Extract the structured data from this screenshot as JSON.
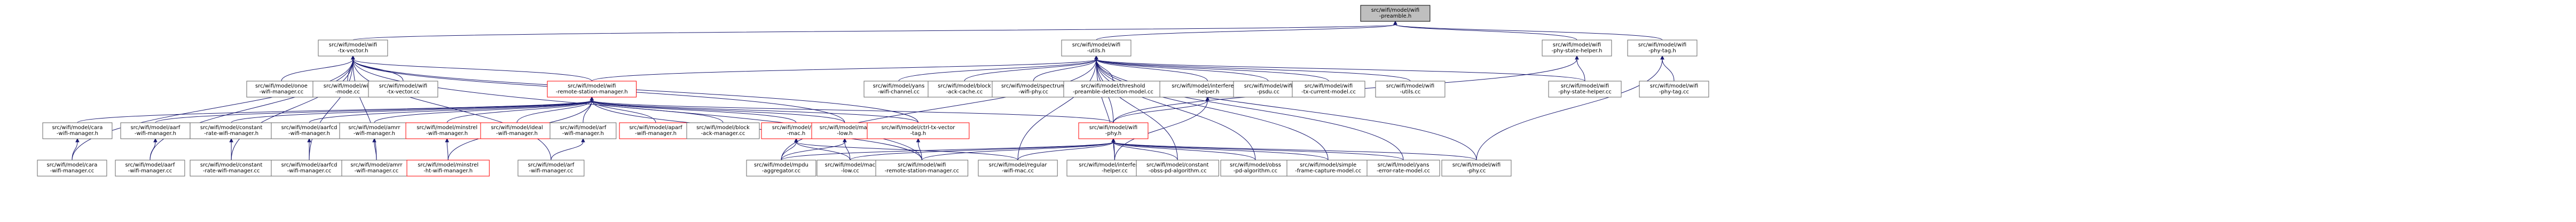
{
  "diagram": {
    "nodes": [
      {
        "id": "preamble",
        "lines": [
          "src/wifi/model/wifi",
          "-preamble.h"
        ],
        "style": "root"
      },
      {
        "id": "txvector_h",
        "lines": [
          "src/wifi/model/wifi",
          "-tx-vector.h"
        ],
        "style": "normal"
      },
      {
        "id": "utils_h",
        "lines": [
          "src/wifi/model/wifi",
          "-utils.h"
        ],
        "style": "normal"
      },
      {
        "id": "phystatehelper_h",
        "lines": [
          "src/wifi/model/wifi",
          "-phy-state-helper.h"
        ],
        "style": "normal"
      },
      {
        "id": "phytag_h",
        "lines": [
          "src/wifi/model/wifi",
          "-phy-tag.h"
        ],
        "style": "normal"
      },
      {
        "id": "onoe_cc",
        "lines": [
          "src/wifi/model/onoe",
          "-wifi-manager.cc"
        ],
        "style": "normal"
      },
      {
        "id": "mode_cc",
        "lines": [
          "src/wifi/model/wifi",
          "-mode.cc"
        ],
        "style": "normal"
      },
      {
        "id": "txvector_cc",
        "lines": [
          "src/wifi/model/wifi",
          "-tx-vector.cc"
        ],
        "style": "normal"
      },
      {
        "id": "remote_h",
        "lines": [
          "src/wifi/model/wifi",
          "-remote-station-manager.h"
        ],
        "style": "red"
      },
      {
        "id": "yans_channel",
        "lines": [
          "src/wifi/model/yans",
          "-wifi-channel.cc"
        ],
        "style": "normal"
      },
      {
        "id": "blockack_cache",
        "lines": [
          "src/wifi/model/block",
          "-ack-cache.cc"
        ],
        "style": "normal"
      },
      {
        "id": "spectrum_phy",
        "lines": [
          "src/wifi/model/spectrum",
          "-wifi-phy.cc"
        ],
        "style": "normal"
      },
      {
        "id": "threshold",
        "lines": [
          "src/wifi/model/threshold",
          "-preamble-detection-model.cc"
        ],
        "style": "normal"
      },
      {
        "id": "interference_h",
        "lines": [
          "src/wifi/model/interference",
          "-helper.h"
        ],
        "style": "normal"
      },
      {
        "id": "psdu_cc",
        "lines": [
          "src/wifi/model/wifi",
          "-psdu.cc"
        ],
        "style": "normal"
      },
      {
        "id": "txcurrent_cc",
        "lines": [
          "src/wifi/model/wifi",
          "-tx-current-model.cc"
        ],
        "style": "normal"
      },
      {
        "id": "utils_cc",
        "lines": [
          "src/wifi/model/wifi",
          "-utils.cc"
        ],
        "style": "normal"
      },
      {
        "id": "phystatehelper_cc",
        "lines": [
          "src/wifi/model/wifi",
          "-phy-state-helper.cc"
        ],
        "style": "normal"
      },
      {
        "id": "phytag_cc",
        "lines": [
          "src/wifi/model/wifi",
          "-phy-tag.cc"
        ],
        "style": "normal"
      },
      {
        "id": "cara_h",
        "lines": [
          "src/wifi/model/cara",
          "-wifi-manager.h"
        ],
        "style": "normal"
      },
      {
        "id": "aarf_h",
        "lines": [
          "src/wifi/model/aarf",
          "-wifi-manager.h"
        ],
        "style": "normal"
      },
      {
        "id": "constrate_h",
        "lines": [
          "src/wifi/model/constant",
          "-rate-wifi-manager.h"
        ],
        "style": "normal"
      },
      {
        "id": "aarfcd_h",
        "lines": [
          "src/wifi/model/aarfcd",
          "-wifi-manager.h"
        ],
        "style": "normal"
      },
      {
        "id": "amrr_h",
        "lines": [
          "src/wifi/model/amrr",
          "-wifi-manager.h"
        ],
        "style": "normal"
      },
      {
        "id": "minstrel_h",
        "lines": [
          "src/wifi/model/minstrel",
          "-wifi-manager.h"
        ],
        "style": "red"
      },
      {
        "id": "ideal_h",
        "lines": [
          "src/wifi/model/ideal",
          "-wifi-manager.h"
        ],
        "style": "red"
      },
      {
        "id": "arf_h",
        "lines": [
          "src/wifi/model/arf",
          "-wifi-manager.h"
        ],
        "style": "normal"
      },
      {
        "id": "aparf_h",
        "lines": [
          "src/wifi/model/aparf",
          "-wifi-manager.h"
        ],
        "style": "red"
      },
      {
        "id": "blockack_mgr",
        "lines": [
          "src/wifi/model/block",
          "-ack-manager.cc"
        ],
        "style": "normal"
      },
      {
        "id": "mac_h",
        "lines": [
          "src/wifi/model/wifi",
          "-mac.h"
        ],
        "style": "red"
      },
      {
        "id": "maclow_h",
        "lines": [
          "src/wifi/model/mac",
          "-low.h"
        ],
        "style": "red"
      },
      {
        "id": "ctvtag_h",
        "lines": [
          "src/wifi/model/ctrl-tx-vector",
          "-tag.h"
        ],
        "style": "red"
      },
      {
        "id": "phy_h",
        "lines": [
          "src/wifi/model/wifi",
          "-phy.h"
        ],
        "style": "red"
      },
      {
        "id": "cara_cc",
        "lines": [
          "src/wifi/model/cara",
          "-wifi-manager.cc"
        ],
        "style": "normal"
      },
      {
        "id": "aarf_cc",
        "lines": [
          "src/wifi/model/aarf",
          "-wifi-manager.cc"
        ],
        "style": "normal"
      },
      {
        "id": "constrate_cc",
        "lines": [
          "src/wifi/model/constant",
          "-rate-wifi-manager.cc"
        ],
        "style": "normal"
      },
      {
        "id": "aarfcd_cc",
        "lines": [
          "src/wifi/model/aarfcd",
          "-wifi-manager.cc"
        ],
        "style": "normal"
      },
      {
        "id": "amrr_cc",
        "lines": [
          "src/wifi/model/amrr",
          "-wifi-manager.cc"
        ],
        "style": "normal"
      },
      {
        "id": "minstrelht_h",
        "lines": [
          "src/wifi/model/minstrel",
          "-ht-wifi-manager.h"
        ],
        "style": "red"
      },
      {
        "id": "arf_cc",
        "lines": [
          "src/wifi/model/arf",
          "-wifi-manager.cc"
        ],
        "style": "normal"
      },
      {
        "id": "mpdu_agg",
        "lines": [
          "src/wifi/model/mpdu",
          "-aggregator.cc"
        ],
        "style": "normal"
      },
      {
        "id": "maclow_cc",
        "lines": [
          "src/wifi/model/mac",
          "-low.cc"
        ],
        "style": "normal"
      },
      {
        "id": "remote_cc",
        "lines": [
          "src/wifi/model/wifi",
          "-remote-station-manager.cc"
        ],
        "style": "normal"
      },
      {
        "id": "regular_mac",
        "lines": [
          "src/wifi/model/regular",
          "-wifi-mac.cc"
        ],
        "style": "normal"
      },
      {
        "id": "interference_cc",
        "lines": [
          "src/wifi/model/interference",
          "-helper.cc"
        ],
        "style": "normal"
      },
      {
        "id": "constobss",
        "lines": [
          "src/wifi/model/constant",
          "-obss-pd-algorithm.cc"
        ],
        "style": "normal"
      },
      {
        "id": "obss",
        "lines": [
          "src/wifi/model/obss",
          "-pd-algorithm.cc"
        ],
        "style": "normal"
      },
      {
        "id": "simpleframe",
        "lines": [
          "src/wifi/model/simple",
          "-frame-capture-model.cc"
        ],
        "style": "normal"
      },
      {
        "id": "yanserror",
        "lines": [
          "src/wifi/model/yans",
          "-error-rate-model.cc"
        ],
        "style": "normal"
      },
      {
        "id": "phy_cc",
        "lines": [
          "src/wifi/model/wifi",
          "-phy.cc"
        ],
        "style": "normal"
      }
    ],
    "edges": [
      [
        "txvector_h",
        "preamble"
      ],
      [
        "utils_h",
        "preamble"
      ],
      [
        "phystatehelper_h",
        "preamble"
      ],
      [
        "phytag_h",
        "preamble"
      ],
      [
        "onoe_cc",
        "txvector_h"
      ],
      [
        "mode_cc",
        "txvector_h"
      ],
      [
        "txvector_cc",
        "txvector_h"
      ],
      [
        "remote_h",
        "txvector_h"
      ],
      [
        "cara_cc",
        "txvector_h"
      ],
      [
        "constrate_cc",
        "txvector_h"
      ],
      [
        "aarfcd_cc",
        "txvector_h"
      ],
      [
        "amrr_cc",
        "txvector_h"
      ],
      [
        "arf_cc",
        "txvector_h"
      ],
      [
        "maclow_h",
        "txvector_h"
      ],
      [
        "ctvtag_h",
        "txvector_h"
      ],
      [
        "remote_cc",
        "txvector_h"
      ],
      [
        "aarf_cc",
        "txvector_h"
      ],
      [
        "remote_h",
        "utils_h"
      ],
      [
        "yans_channel",
        "utils_h"
      ],
      [
        "blockack_cache",
        "utils_h"
      ],
      [
        "spectrum_phy",
        "utils_h"
      ],
      [
        "threshold",
        "utils_h"
      ],
      [
        "interference_h",
        "utils_h"
      ],
      [
        "psdu_cc",
        "utils_h"
      ],
      [
        "txcurrent_cc",
        "utils_h"
      ],
      [
        "utils_cc",
        "utils_h"
      ],
      [
        "phystatehelper_cc",
        "utils_h"
      ],
      [
        "phy_h",
        "utils_h"
      ],
      [
        "mpdu_agg",
        "utils_h"
      ],
      [
        "regular_mac",
        "utils_h"
      ],
      [
        "interference_cc",
        "utils_h"
      ],
      [
        "constobss",
        "utils_h"
      ],
      [
        "obss",
        "utils_h"
      ],
      [
        "simpleframe",
        "utils_h"
      ],
      [
        "yanserror",
        "utils_h"
      ],
      [
        "phy_cc",
        "utils_h"
      ],
      [
        "phystatehelper_cc",
        "phystatehelper_h"
      ],
      [
        "phy_h",
        "phystatehelper_h"
      ],
      [
        "phytag_cc",
        "phytag_h"
      ],
      [
        "phy_cc",
        "phytag_h"
      ],
      [
        "cara_h",
        "remote_h"
      ],
      [
        "aarf_h",
        "remote_h"
      ],
      [
        "constrate_h",
        "remote_h"
      ],
      [
        "aarfcd_h",
        "remote_h"
      ],
      [
        "amrr_h",
        "remote_h"
      ],
      [
        "minstrel_h",
        "remote_h"
      ],
      [
        "ideal_h",
        "remote_h"
      ],
      [
        "arf_h",
        "remote_h"
      ],
      [
        "aparf_h",
        "remote_h"
      ],
      [
        "blockack_mgr",
        "remote_h"
      ],
      [
        "mac_h",
        "remote_h"
      ],
      [
        "maclow_h",
        "remote_h"
      ],
      [
        "ctvtag_h",
        "remote_h"
      ],
      [
        "phy_h",
        "remote_h"
      ],
      [
        "minstrelht_h",
        "remote_h"
      ],
      [
        "remote_cc",
        "remote_h"
      ],
      [
        "cara_cc",
        "cara_h"
      ],
      [
        "aarf_cc",
        "aarf_h"
      ],
      [
        "constrate_cc",
        "constrate_h"
      ],
      [
        "aarfcd_cc",
        "aarfcd_h"
      ],
      [
        "amrr_cc",
        "amrr_h"
      ],
      [
        "minstrelht_h",
        "minstrel_h"
      ],
      [
        "arf_cc",
        "arf_h"
      ],
      [
        "mpdu_agg",
        "mac_h"
      ],
      [
        "maclow_cc",
        "mac_h"
      ],
      [
        "regular_mac",
        "mac_h"
      ],
      [
        "mpdu_agg",
        "maclow_h"
      ],
      [
        "maclow_cc",
        "maclow_h"
      ],
      [
        "remote_cc",
        "ctvtag_h"
      ],
      [
        "interference_cc",
        "interference_h"
      ],
      [
        "phy_h",
        "interference_h"
      ],
      [
        "mpdu_agg",
        "phy_h"
      ],
      [
        "maclow_cc",
        "phy_h"
      ],
      [
        "remote_cc",
        "phy_h"
      ],
      [
        "regular_mac",
        "phy_h"
      ],
      [
        "interference_cc",
        "phy_h"
      ],
      [
        "constobss",
        "phy_h"
      ],
      [
        "obss",
        "phy_h"
      ],
      [
        "simpleframe",
        "phy_h"
      ],
      [
        "yanserror",
        "phy_h"
      ],
      [
        "phy_cc",
        "phy_h"
      ]
    ]
  }
}
